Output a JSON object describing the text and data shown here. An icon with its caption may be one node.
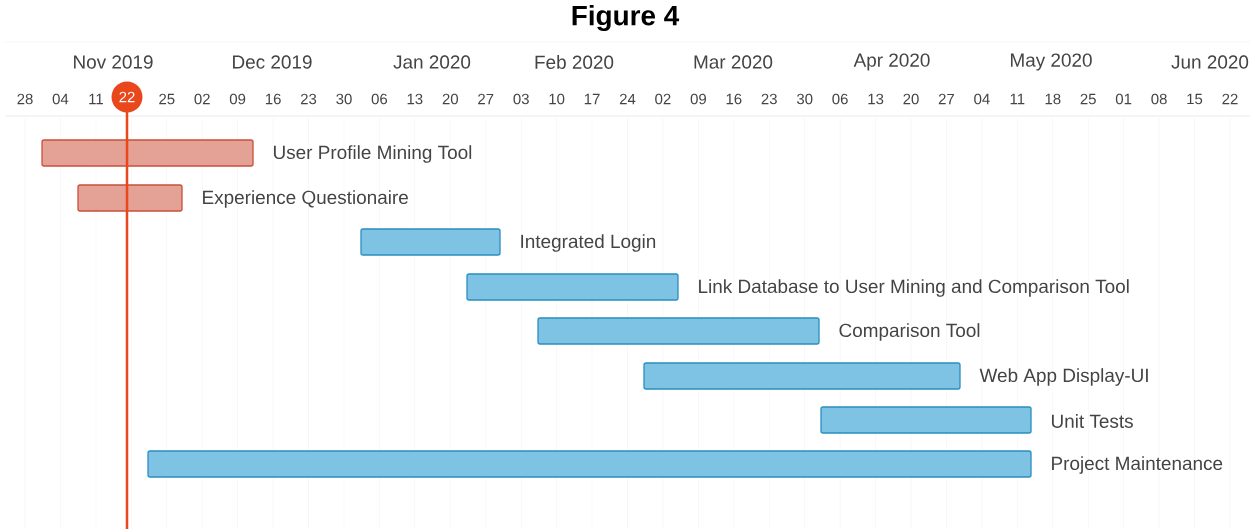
{
  "diagram": {
    "title": "Figure 4",
    "nodes": [
      {
        "text": [
          "User Profile Mining Tool"
        ]
      },
      {
        "text": [
          "Experience Questionaire"
        ]
      },
      {
        "text": [
          "Integrated Login"
        ]
      },
      {
        "text": [
          "Link Database to User Mining and Comparison Tool"
        ]
      },
      {
        "text": [
          "Comparison Tool"
        ]
      },
      {
        "text": [
          "Web App Display-UI"
        ]
      },
      {
        "text": [
          "Unit Tests"
        ]
      },
      {
        "text": [
          "Project Maintenance"
        ]
      }
    ],
    "labels": [
      "Nov 2019",
      "Dec 2019",
      "Jan 2020",
      "Feb 2020",
      "Mar 2020",
      "Apr 2020",
      "May 2020",
      "Jun 2020",
      "28",
      "04",
      "11",
      "22",
      "25",
      "02",
      "09",
      "16",
      "23",
      "30",
      "06",
      "13",
      "20",
      "27",
      "03",
      "10",
      "17",
      "24",
      "02",
      "09",
      "16",
      "23",
      "30",
      "06",
      "13",
      "20",
      "27",
      "04",
      "11",
      "18",
      "25",
      "01",
      "08",
      "15",
      "22"
    ]
  }
}
